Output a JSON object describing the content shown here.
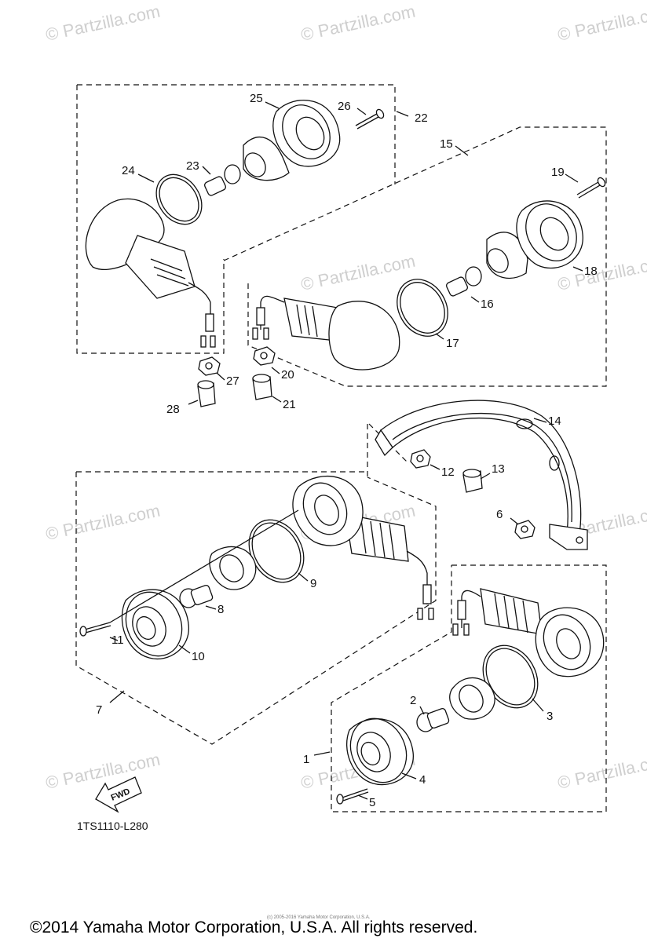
{
  "watermark_text": "© Partzilla.com",
  "diagram_code": "1TS1110-L280",
  "fwd_label": "FWD",
  "fine_print": "(c) 2005-2016 Yamaha Motor Corporation, U.S.A.",
  "copyright": "©2014 Yamaha Motor Corporation, U.S.A. All rights reserved.",
  "callouts": {
    "c1": "1",
    "c2": "2",
    "c3": "3",
    "c4": "4",
    "c5": "5",
    "c6": "6",
    "c7": "7",
    "c8": "8",
    "c9": "9",
    "c10": "10",
    "c11": "11",
    "c12": "12",
    "c13": "13",
    "c14": "14",
    "c15": "15",
    "c16": "16",
    "c17": "17",
    "c18": "18",
    "c19": "19",
    "c20": "20",
    "c21": "21",
    "c22": "22",
    "c23": "23",
    "c24": "24",
    "c25": "25",
    "c26": "26",
    "c27": "27",
    "c28": "28"
  }
}
